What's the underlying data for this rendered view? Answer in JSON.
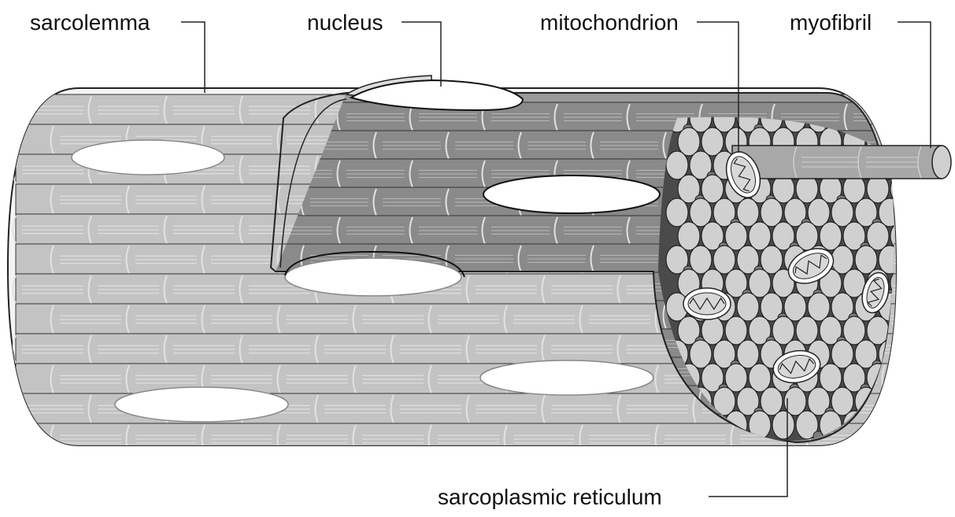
{
  "labels": {
    "sarcolemma": "sarcolemma",
    "nucleus": "nucleus",
    "mitochondrion": "mitochondrion",
    "myofibril": "myofibril",
    "sarcoplasmic_reticulum": "sarcoplasmic reticulum"
  },
  "colors": {
    "fibril_light": "#c3c3c3",
    "fibril_mid": "#a6a6a6",
    "fibril_dark": "#8a8a8a",
    "fibril_end": "#d0d0d0",
    "stroke": "#222222",
    "sr_dot": "#7d7d7d",
    "nucleus": "#ffffff"
  }
}
